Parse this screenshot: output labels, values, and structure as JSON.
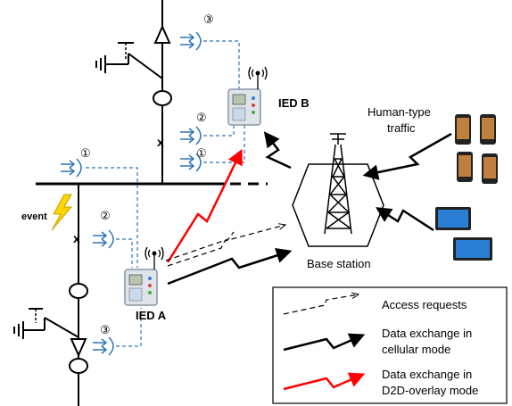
{
  "labels": {
    "ied_a": "IED A",
    "ied_b": "IED B",
    "event": "event",
    "base_station": "Base station",
    "human_traffic_line1": "Human-type",
    "human_traffic_line2": "traffic",
    "marker_1": "①",
    "marker_2": "②",
    "marker_3": "③"
  },
  "legend": {
    "access_requests": "Access requests",
    "cellular_line1": "Data exchange in",
    "cellular_line2": "cellular mode",
    "d2d_line1": "Data exchange in",
    "d2d_line2": "D2D-overlay mode"
  },
  "colors": {
    "busbar": "#000000",
    "signal_blue": "#2e75b6",
    "d2d_red": "#ff0000",
    "lightning": "#ffd400",
    "ied_panel": "#dfe4ea"
  }
}
